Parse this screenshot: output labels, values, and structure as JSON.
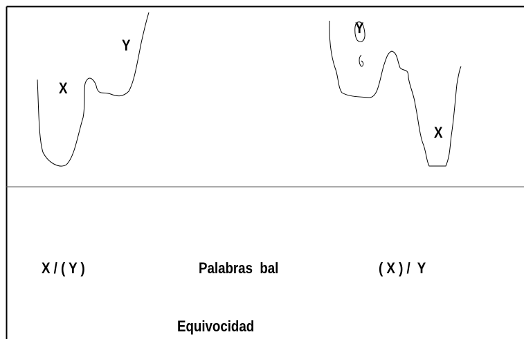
{
  "curve_left": {
    "label_x": "X",
    "label_y": "Y"
  },
  "curve_right": {
    "label_x": "X",
    "label_y": "Y"
  },
  "captions": {
    "left": "X / ( Y )",
    "center": "Palabras  bal",
    "right": "( X ) /  Y",
    "bottom": "Equivocidad"
  }
}
